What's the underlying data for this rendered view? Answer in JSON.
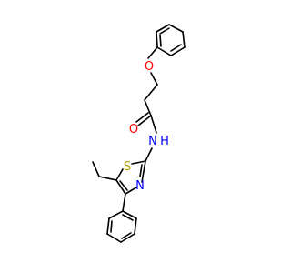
{
  "atoms": [
    {
      "id": "O_ether",
      "symbol": "O",
      "color": "#ff0000"
    },
    {
      "id": "O_carbonyl",
      "symbol": "O",
      "color": "#ff0000"
    },
    {
      "id": "N_amide",
      "symbol": "N",
      "hydrogen": "H",
      "color": "#0000ff"
    },
    {
      "id": "S_thiazole",
      "symbol": "S",
      "color": "#b5a000"
    },
    {
      "id": "N_thiazole",
      "symbol": "N",
      "color": "#0000ff"
    }
  ],
  "colors": {
    "bond": "#000000",
    "background": "#ffffff"
  }
}
